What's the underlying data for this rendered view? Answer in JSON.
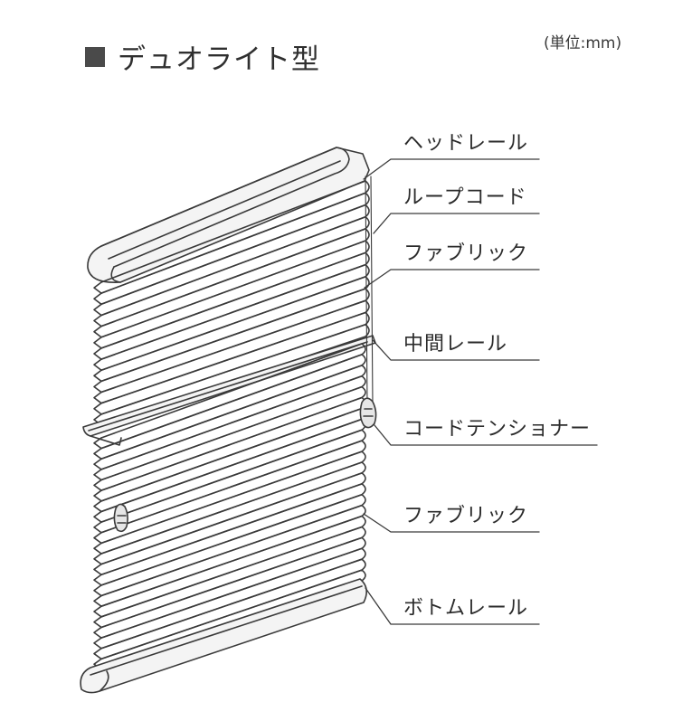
{
  "title": "デュオライト型",
  "unit_note": "(単位:mm)",
  "labels": {
    "head_rail": "ヘッドレール",
    "loop_cord": "ループコード",
    "fabric_top": "ファブリック",
    "middle_rail": "中間レール",
    "cord_tensioner": "コードテンショナー",
    "fabric_bottom": "ファブリック",
    "bottom_rail": "ボトムレール"
  },
  "colors": {
    "line": "#3a3a3a",
    "rail_fill": "#f4f4f4",
    "title_square": "#4a4a4a"
  }
}
